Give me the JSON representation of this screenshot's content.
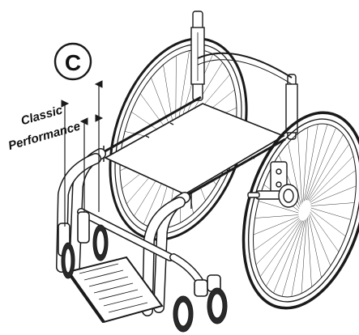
{
  "figure": {
    "badge": "C",
    "labels": {
      "classic": "Classic",
      "performance": "Performance"
    }
  },
  "colors": {
    "line": "#1a1a1a",
    "fill_light": "#ffffff",
    "tire": "#2a2a2a"
  }
}
